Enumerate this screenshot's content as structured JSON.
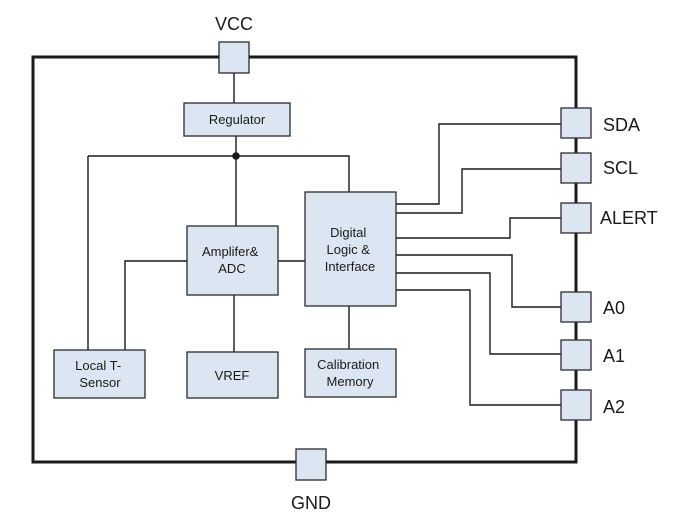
{
  "pins": {
    "vcc": "VCC",
    "gnd": "GND",
    "sda": "SDA",
    "scl": "SCL",
    "alert": "ALERT",
    "a0": "A0",
    "a1": "A1",
    "a2": "A2"
  },
  "blocks": {
    "regulator": [
      "Regulator"
    ],
    "amplifier_adc": [
      "Amplifer&",
      "ADC"
    ],
    "digital_logic": [
      "Digital",
      "Logic &",
      "Interface"
    ],
    "local_sensor": [
      "Local T-",
      "Sensor"
    ],
    "vref": [
      "VREF"
    ],
    "calibration": [
      "Calibration",
      "Memory"
    ]
  }
}
